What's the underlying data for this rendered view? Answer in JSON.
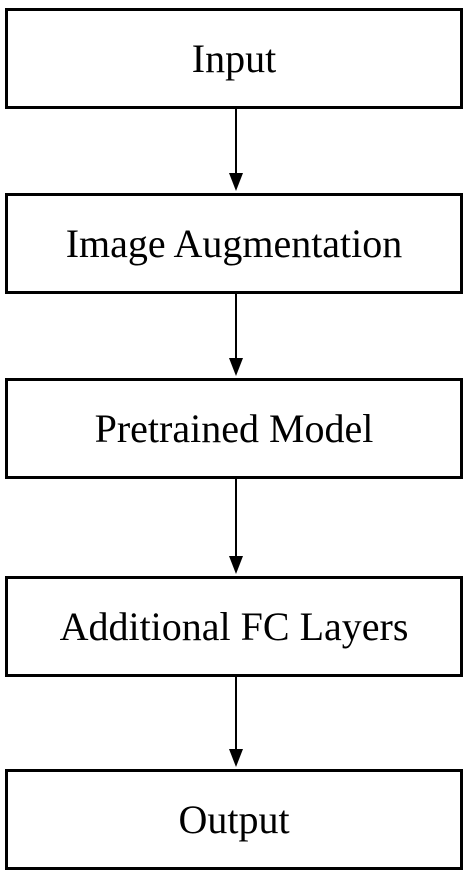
{
  "diagram": {
    "steps": [
      {
        "label": "Input"
      },
      {
        "label": "Image Augmentation"
      },
      {
        "label": "Pretrained Model"
      },
      {
        "label": "Additional FC Layers"
      },
      {
        "label": "Output"
      }
    ]
  }
}
